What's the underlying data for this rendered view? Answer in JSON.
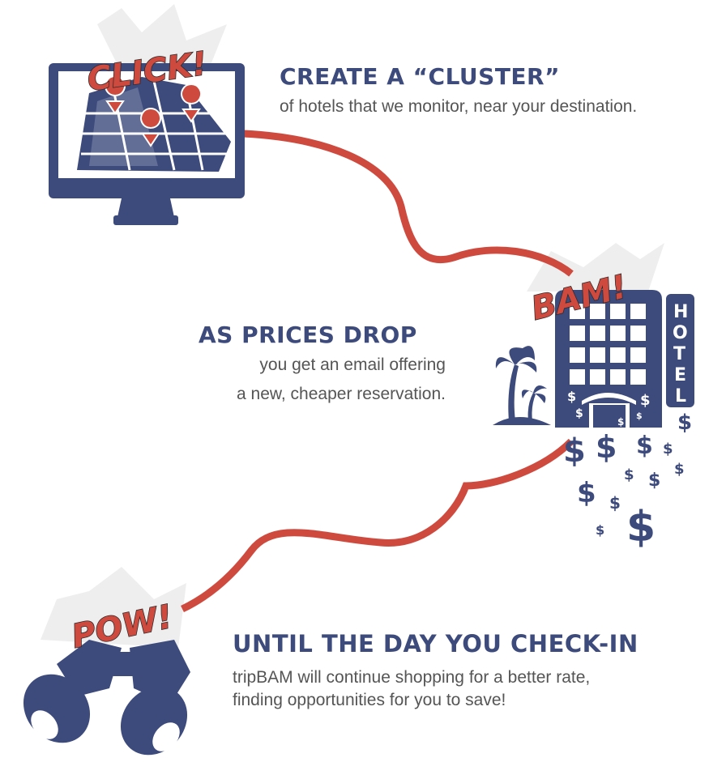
{
  "colors": {
    "navy": "#3d4a7c",
    "red": "#cf4a3e",
    "text_gray": "#555555"
  },
  "steps": [
    {
      "burst": "CLICK!",
      "title": "CREATE A “CLUSTER”",
      "lines": [
        "of hotels that we monitor, near your destination."
      ]
    },
    {
      "burst": "BAM!",
      "title": "AS PRICES DROP",
      "lines": [
        "you get an email offering",
        "a new, cheaper reservation."
      ]
    },
    {
      "burst": "POW!",
      "title": "UNTIL THE DAY YOU CHECK-IN",
      "lines": [
        "tripBAM will continue shopping for a better rate,",
        "finding opportunities for you to save!"
      ]
    }
  ],
  "hotel_sign": [
    "H",
    "O",
    "T",
    "E",
    "L"
  ],
  "dollar_symbol": "$"
}
